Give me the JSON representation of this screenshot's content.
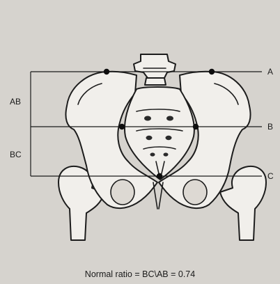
{
  "diagram": {
    "line_labels": {
      "a": "A",
      "b": "B",
      "c": "C"
    },
    "segment_labels": {
      "ab": "AB",
      "bc": "BC"
    },
    "caption": "Normal ratio = BC\\AB = 0.74"
  }
}
